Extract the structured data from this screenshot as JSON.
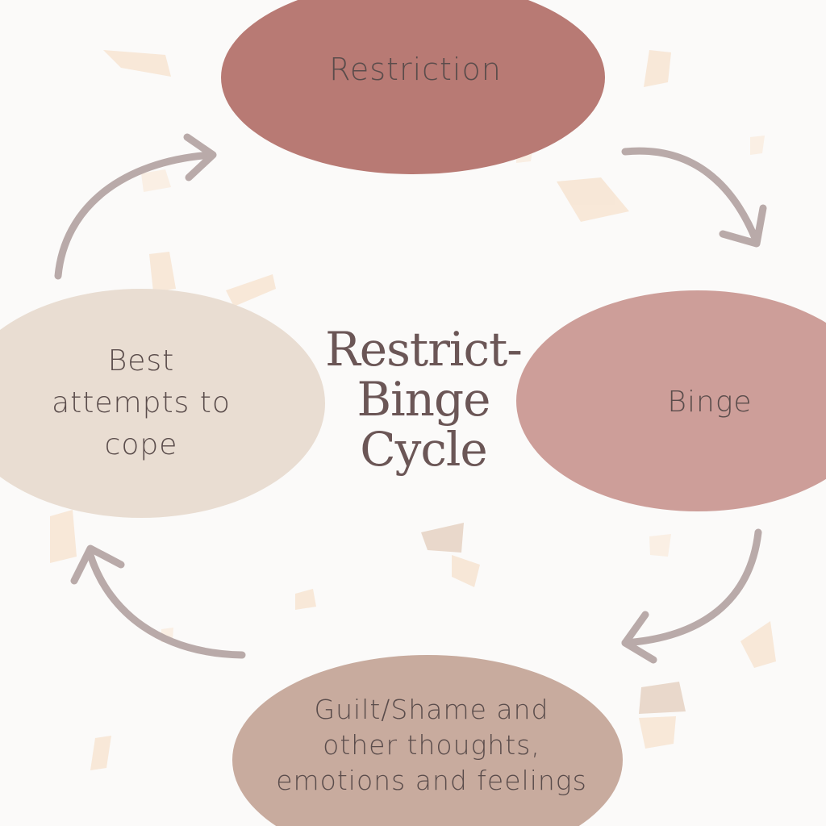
{
  "diagram": {
    "title": "Restrict-\nBinge\nCycle",
    "nodes": [
      {
        "id": "restriction",
        "label": "Restriction",
        "color": "#b87a74"
      },
      {
        "id": "binge",
        "label": "Binge",
        "color": "#cd9e99"
      },
      {
        "id": "guilt",
        "label": "Guilt/Shame and\nother thoughts,\nemotions and feelings",
        "color": "#c8ab9e"
      },
      {
        "id": "cope",
        "label": "Best\nattempts to\ncope",
        "color": "#e9ddd2"
      }
    ],
    "edges": [
      {
        "from": "restriction",
        "to": "binge"
      },
      {
        "from": "binge",
        "to": "guilt"
      },
      {
        "from": "guilt",
        "to": "cope"
      },
      {
        "from": "cope",
        "to": "restriction"
      }
    ],
    "colors": {
      "background": "#fbfaf9",
      "arrow": "#b9aaa9",
      "confetti_peach": "#f7e4d2",
      "confetti_tan": "#e6d3c3",
      "text": "#5a4c4b"
    }
  }
}
